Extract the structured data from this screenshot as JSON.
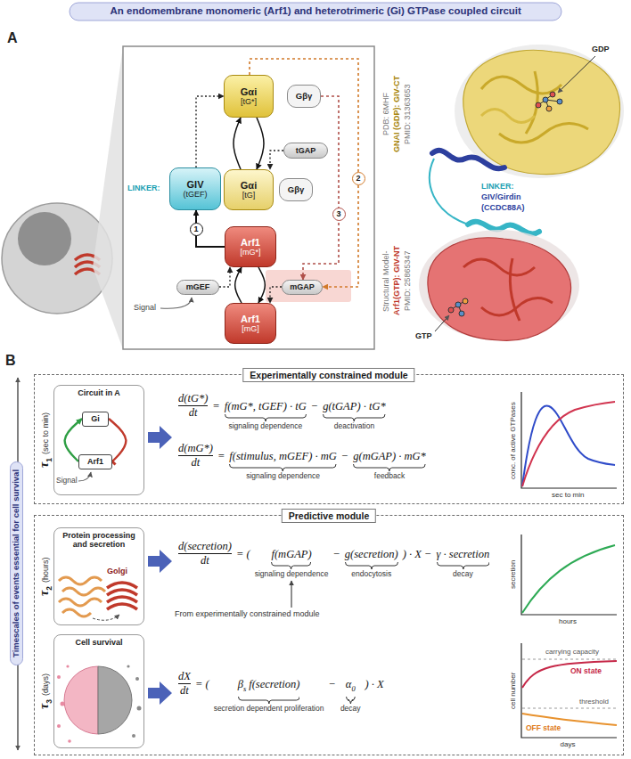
{
  "diagram": {
    "title": "An endomembrane monomeric (Arf1) and heterotrimeric (Gi) GTPase coupled circuit",
    "nodes": [
      {
        "text": [
          "GIV",
          "(tGEF)"
        ]
      },
      {
        "text": [
          "Gαi",
          "[tG*]"
        ]
      },
      {
        "text": [
          "Gβγ"
        ]
      },
      {
        "text": [
          "tGAP"
        ]
      },
      {
        "text": [
          "Gαi",
          "[tG]"
        ]
      },
      {
        "text": [
          "Gβγ"
        ]
      },
      {
        "text": [
          "Arf1",
          "[mG*]"
        ]
      },
      {
        "text": [
          "mGEF"
        ]
      },
      {
        "text": [
          "mGAP"
        ]
      },
      {
        "text": [
          "Arf1",
          "[mG]"
        ]
      },
      {
        "text": [
          "Experimentally constrained module"
        ]
      },
      {
        "text": [
          "Circuit in A"
        ],
        "in": 10
      },
      {
        "text": [
          "Gi"
        ],
        "in": 11
      },
      {
        "text": [
          "Arf1"
        ],
        "in": 11
      },
      {
        "text": [
          "Predictive module"
        ]
      },
      {
        "text": [
          "Protein processing and secretion"
        ],
        "in": 14
      },
      {
        "text": [
          "Cell survival"
        ],
        "in": 14
      }
    ],
    "edges": [
      {
        "from": 6,
        "to": 0,
        "arrow": "to",
        "label": "1"
      },
      {
        "from": 0,
        "to": 1,
        "arrow": "to"
      },
      {
        "from": 4,
        "to": 1,
        "arrow": "to"
      },
      {
        "from": 1,
        "to": 4,
        "arrow": "to"
      },
      {
        "from": 3,
        "to": 4,
        "arrow": "to"
      },
      {
        "from": 1,
        "to": 8,
        "arrow": "to",
        "label": "2"
      },
      {
        "from": 2,
        "to": 8,
        "arrow": "to",
        "label": "3"
      },
      {
        "from": 7,
        "to": 6,
        "arrow": "to"
      },
      {
        "from": 9,
        "to": 6,
        "arrow": "to"
      },
      {
        "from": 6,
        "to": 9,
        "arrow": "to"
      },
      {
        "from": 8,
        "to": 9,
        "arrow": "to"
      },
      {
        "from": 13,
        "to": 12,
        "arrow": "to"
      },
      {
        "from": 12,
        "to": 13,
        "arrow": "to"
      }
    ],
    "labels": [
      "A",
      "LINKER:",
      "Signal",
      "PDB: 6MHF",
      "GNAI (GDP): GIV-CT",
      "PMID: 31363653",
      "GDP",
      "LINKER:",
      "GIV/Girdin",
      "(CCDC88A)",
      "Structural Model-",
      "Arf1(GTP): GIV-NT",
      "PMID: 25865347",
      "GTP",
      "B",
      "Timescales of events essential for cell survival",
      "τ",
      "1",
      "(sec to min)",
      "Signal",
      "d(tG*)",
      "dt",
      "=",
      "f(mG*, tGEF) · tG",
      "signaling dependence",
      "−",
      "g(tGAP) · tG*",
      "deactivation",
      "d(mG*)",
      "dt",
      "=",
      "f(stimulus, mGEF) · mG",
      "signaling dependence",
      "−",
      "g(mGAP) · mG*",
      "feedback",
      "conc. of active GTPases",
      "sec to min",
      "τ",
      "2",
      "(hours)",
      "Golgi",
      "d(secretion)",
      "dt",
      "= (",
      "f(mGAP)",
      "signaling dependence",
      "−",
      "g(secretion)",
      "endocytosis",
      ") · X −",
      "γ · secretion",
      "decay",
      "From experimentally constrained module",
      "secretion",
      "hours",
      "τ",
      "3",
      "(days)",
      "dX",
      "dt",
      "= (",
      "β",
      "s",
      "f(secretion)",
      "secretion dependent proliferation",
      "−",
      "α",
      "0",
      "decay",
      ") · X",
      "cell number",
      "days",
      "carrying capacity",
      "ON state",
      "threshold",
      "OFF state"
    ]
  }
}
